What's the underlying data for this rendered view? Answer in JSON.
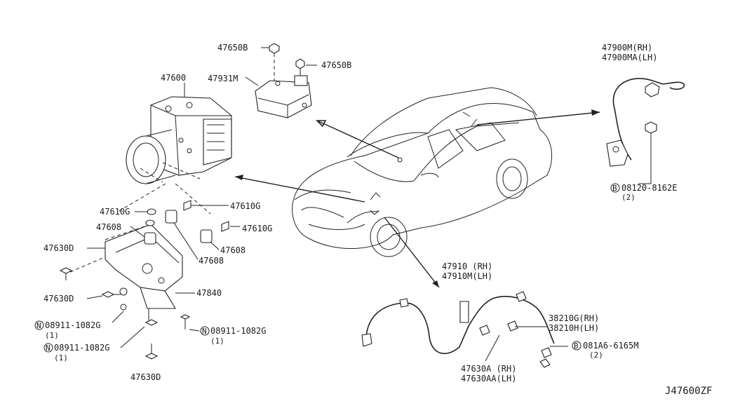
{
  "diagram": {
    "code": "J47600ZF",
    "parts": {
      "p47650B_top": "47650B",
      "p47931M": "47931M",
      "p47650B_right": "47650B",
      "p47600": "47600",
      "p47900M": "47900M(RH)",
      "p47900MA": "47900MA(LH)",
      "p08120": "08120-8162E",
      "p08120_qty": "(2)",
      "p47610G_left": "47610G",
      "p47610G_r1": "47610G",
      "p47610G_r2": "47610G",
      "p47608_left": "47608",
      "p47608_r": "47608",
      "p47608_b": "47608",
      "p47630D_1": "47630D",
      "p47630D_2": "47630D",
      "p47630D_3": "47630D",
      "p47840": "47840",
      "p08911_1": "08911-1082G",
      "p08911_1_qty": "(1)",
      "p08911_2": "08911-1082G",
      "p08911_2_qty": "(1)",
      "p08911_3": "08911-1082G",
      "p08911_3_qty": "(1)",
      "p47910": "47910 (RH)",
      "p47910M": "47910M(LH)",
      "p38210G": "38210G(RH)",
      "p38210H": "38210H(LH)",
      "p081A6": "081A6-6165M",
      "p081A6_qty": "(2)",
      "p47630A": "47630A (RH)",
      "p47630AA": "47630AA(LH)"
    },
    "circle_letters": {
      "bolt_b": "B",
      "nut_n": "N"
    }
  }
}
